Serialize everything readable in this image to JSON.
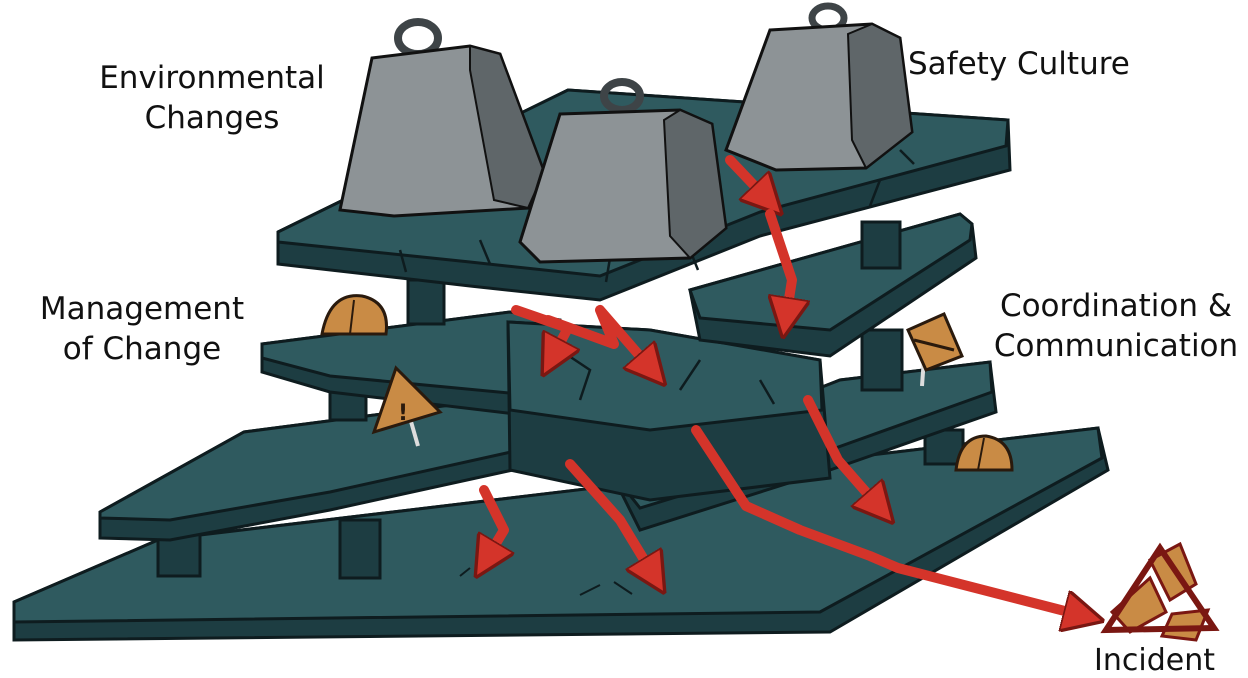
{
  "labels": {
    "environmental_changes": [
      "Environmental",
      "Changes"
    ],
    "safety_culture": "Safety Culture",
    "management_of_change": [
      "Management",
      "of Change"
    ],
    "coordination_communication": [
      "Coordination &",
      "Communication"
    ],
    "incident": "Incident"
  },
  "colors": {
    "slab_top": "#2f5a5f",
    "slab_side": "#1d3d42",
    "outline": "#0e1c1f",
    "weight": "#8d9396",
    "weight_dark": "#5f6669",
    "arrow": "#d4342a",
    "hazard": "#c98b45"
  },
  "icons": [
    "weight-icon",
    "hard-hat-icon",
    "warning-sign-icon",
    "incident-triangle-icon"
  ]
}
